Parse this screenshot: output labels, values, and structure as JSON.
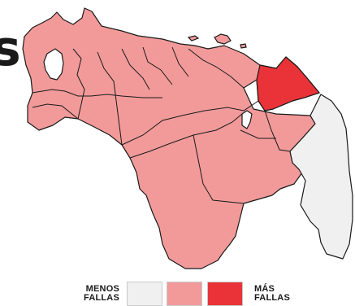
{
  "title_fragment": "s",
  "legend": {
    "low_label_line1": "MENOS",
    "low_label_line2": "FALLAS",
    "high_label_line1": "MÁS",
    "high_label_line2": "FALLAS",
    "scale_colors": [
      "#f0f0f0",
      "#f29a9a",
      "#ea3338"
    ]
  },
  "map": {
    "border_color": "#1a1a1a",
    "region_levels": {
      "most_states": "medium",
      "delta_amacuro": "high",
      "guayana_esequiba": "low"
    }
  }
}
